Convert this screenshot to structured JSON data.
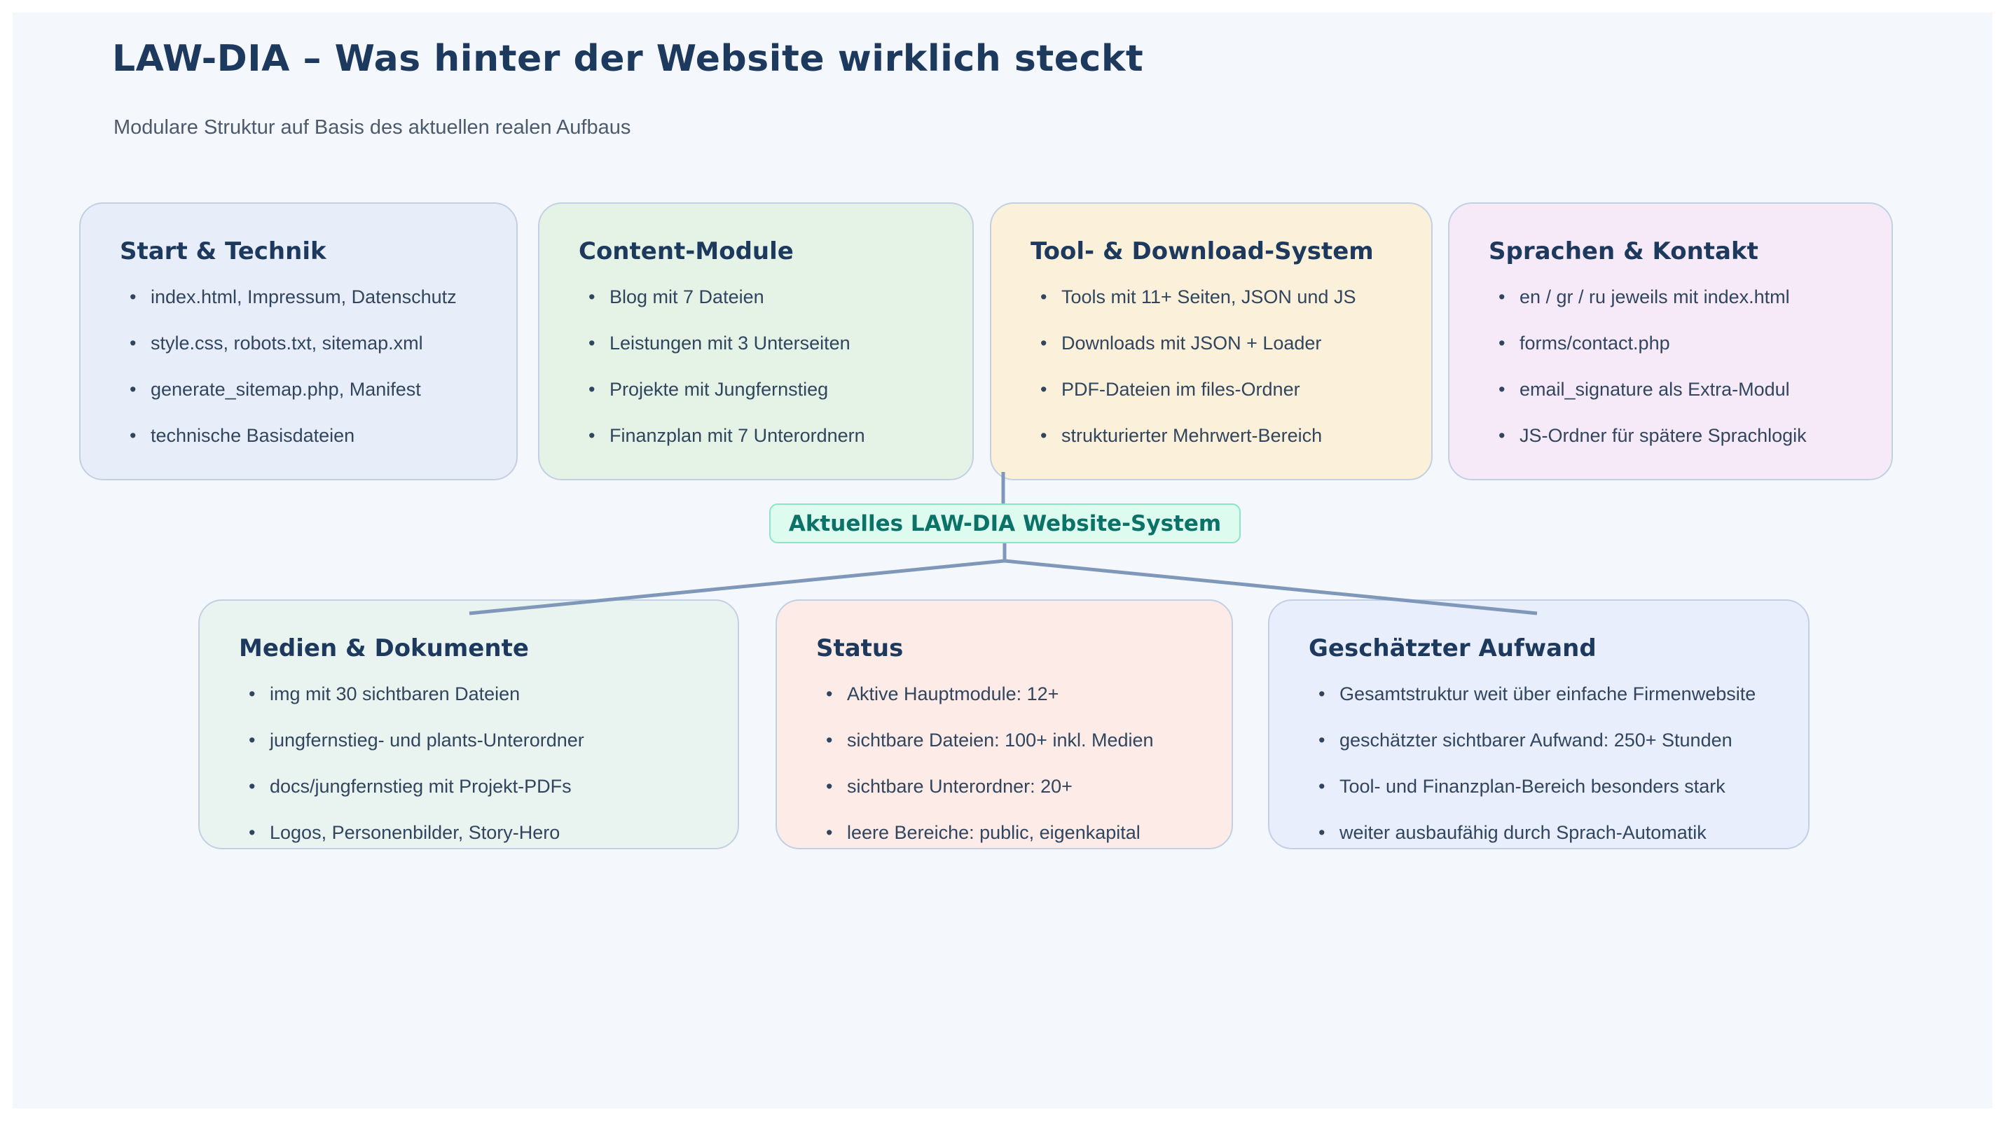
{
  "header": {
    "title": "LAW-DIA – Was hinter der Website wirklich steckt",
    "subtitle": "Modulare Struktur auf Basis des aktuellen realen Aufbaus"
  },
  "center_node": {
    "label": "Aktuelles LAW-DIA Website-System",
    "bg": "#defbf0",
    "border_color": "#8ce6c5",
    "text_color": "#0b7268"
  },
  "theme": {
    "page_bg": "#f4f8fd",
    "card_border": "#c3d0e3",
    "heading_color": "#1d3a5e",
    "body_color": "#31455f",
    "connector_color": "#7f98b9"
  },
  "top_boxes": [
    {
      "title": "Start & Technik",
      "bg": "#e8eef9",
      "items": [
        "index.html, Impressum, Datenschutz",
        "style.css, robots.txt, sitemap.xml",
        "generate_sitemap.php, Manifest",
        "technische Basisdateien"
      ]
    },
    {
      "title": "Content-Module",
      "bg": "#e4f3e6",
      "items": [
        "Blog mit 7 Dateien",
        "Leistungen mit 3 Unterseiten",
        "Projekte mit Jungfernstieg",
        "Finanzplan mit 7 Unterordnern"
      ]
    },
    {
      "title": "Tool- & Download-System",
      "bg": "#fbf1da",
      "items": [
        "Tools mit 11+ Seiten, JSON und JS",
        "Downloads mit JSON + Loader",
        "PDF-Dateien im files-Ordner",
        "strukturierter Mehrwert-Bereich"
      ]
    },
    {
      "title": "Sprachen & Kontakt",
      "bg": "#f6eaf8",
      "items": [
        "en / gr / ru jeweils mit index.html",
        "forms/contact.php",
        "email_signature als Extra-Modul",
        "JS-Ordner für spätere Sprachlogik"
      ]
    }
  ],
  "bottom_boxes": [
    {
      "title": "Medien & Dokumente",
      "bg": "#e9f3f0",
      "items": [
        "img mit 30 sichtbaren Dateien",
        "jungfernstieg- und plants-Unterordner",
        "docs/jungfernstieg mit Projekt-PDFs",
        "Logos, Personenbilder, Story-Hero"
      ]
    },
    {
      "title": "Status",
      "bg": "#fcebe6",
      "items": [
        "Aktive Hauptmodule: 12+",
        "sichtbare Dateien: 100+ inkl. Medien",
        "sichtbare Unterordner: 20+",
        "leere Bereiche: public, eigenkapital"
      ]
    },
    {
      "title": "Geschätzter Aufwand",
      "bg": "#e8eefb",
      "items": [
        "Gesamtstruktur weit über einfache Firmenwebsite",
        "geschätzter sichtbarer Aufwand: 250+ Stunden",
        "Tool- und Finanzplan-Bereich besonders stark",
        "weiter ausbaufähig durch Sprach-Automatik"
      ]
    }
  ]
}
